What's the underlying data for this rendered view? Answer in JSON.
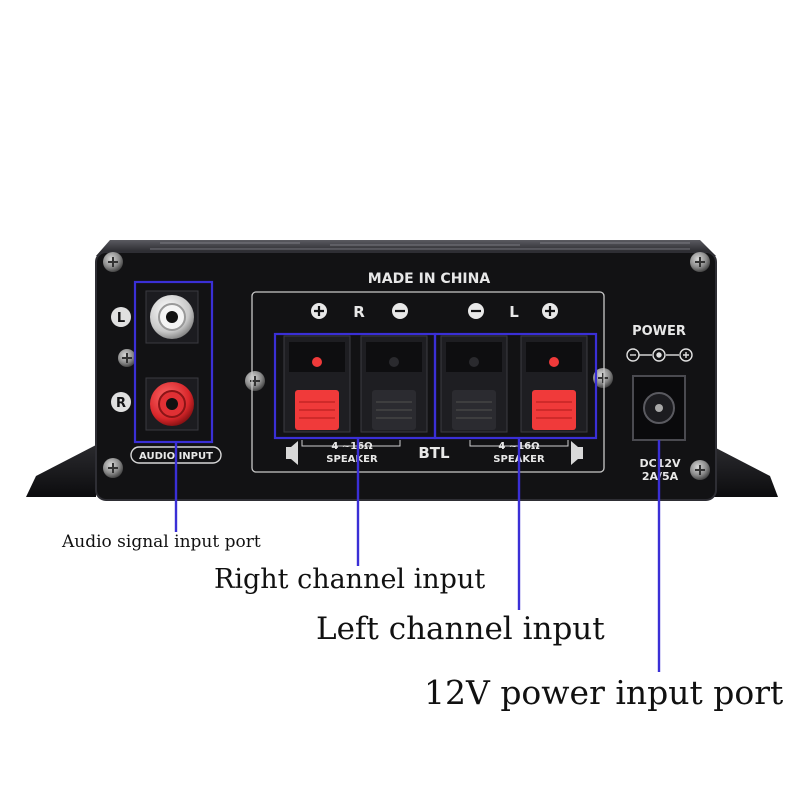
{
  "panel": {
    "made_in": "MADE IN CHINA",
    "audio_input": "AUDIO INPUT",
    "ch_left": "L",
    "ch_right": "R",
    "terminal_r": "R",
    "terminal_l": "L",
    "impedance_left_group": "4 ~16Ω",
    "impedance_right_group": "4 ~16Ω",
    "speaker_left_group": "SPEAKER",
    "speaker_right_group": "SPEAKER",
    "btl": "BTL",
    "power": "POWER",
    "dc_voltage": "DC12V",
    "dc_current": "2A/5A"
  },
  "callouts": {
    "audio": "Audio signal input port",
    "right_channel": "Right channel input",
    "left_channel": "Left channel input",
    "power_port": "12V power input port"
  },
  "colors": {
    "chassis": "#121214",
    "highlight_box": "#3a2fd6",
    "terminal_red": "#f03a3a",
    "rca_red": "#d8262a"
  }
}
